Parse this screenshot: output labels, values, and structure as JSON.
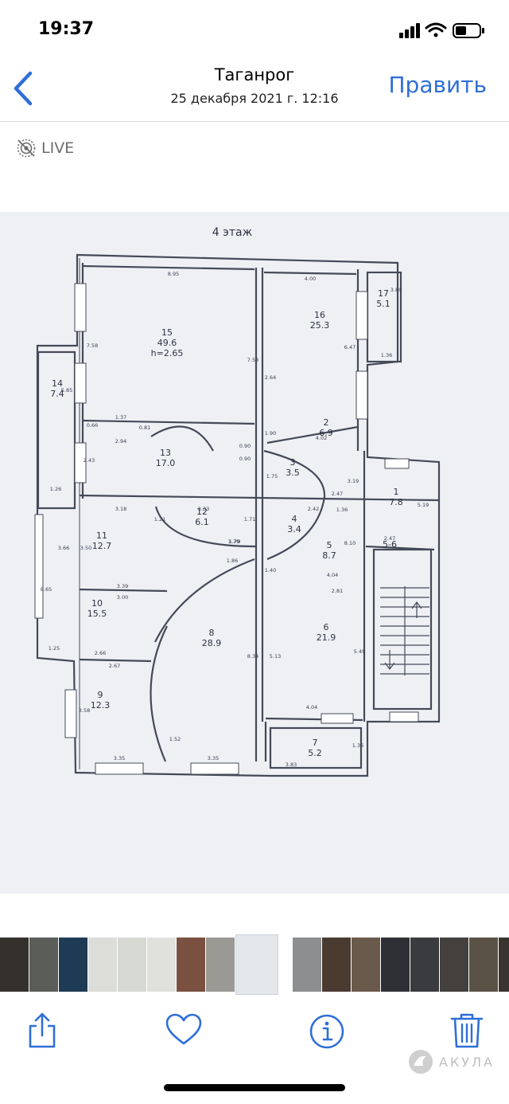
{
  "status_bar": {
    "time": "19:37"
  },
  "nav": {
    "title": "Таганрог",
    "subtitle": "25 декабря 2021 г.  12:16",
    "edit_label": "Править"
  },
  "live": {
    "label": "LIVE"
  },
  "floor_plan": {
    "title": "4 этаж",
    "rooms": [
      {
        "num": "15",
        "area": "49.6",
        "extra": "h=2.65"
      },
      {
        "num": "16",
        "area": "25.3"
      },
      {
        "num": "17",
        "area": "5.1"
      },
      {
        "num": "14",
        "area": "7.4"
      },
      {
        "num": "13",
        "area": "17.0"
      },
      {
        "num": "2",
        "area": "6.9"
      },
      {
        "num": "3",
        "area": "3.5"
      },
      {
        "num": "1",
        "area": "7.8"
      },
      {
        "num": "12",
        "area": "6.1"
      },
      {
        "num": "4",
        "area": "3.4"
      },
      {
        "num": "11",
        "area": "12.7"
      },
      {
        "num": "5",
        "area": "8.7"
      },
      {
        "num": "5-6",
        "area": ""
      },
      {
        "num": "10",
        "area": "15.5"
      },
      {
        "num": "8",
        "area": "28.9"
      },
      {
        "num": "6",
        "area": "21.9"
      },
      {
        "num": "9",
        "area": "12.3"
      },
      {
        "num": "7",
        "area": "5.2"
      }
    ],
    "dims": [
      "8.95",
      "4.00",
      "3.80",
      "7.58",
      "6.47",
      "1.36",
      "5.85",
      "7.58",
      "2.64",
      "1.37",
      "0.66",
      "0.81",
      "2.94",
      "1.90",
      "4.02",
      "0.90",
      "0.90",
      "2.43",
      "1.75",
      "2.47",
      "3.19",
      "1.26",
      "3.18",
      "3.33",
      "1.21",
      "1.71",
      "2.42",
      "1.36",
      "5.19",
      "3.66",
      "3.50",
      "1.79",
      "1.79",
      "8.10",
      "2.47",
      "1.86",
      "1.40",
      "4.04",
      "3.39",
      "3.00",
      "2.81",
      "8.65",
      "1.25",
      "2.66",
      "2.67",
      "8.34",
      "5.13",
      "5.49",
      "3.58",
      "4.04",
      "1.52",
      "1.36",
      "3.35",
      "3.35",
      "3.83"
    ]
  },
  "watermark": {
    "text": "АКУЛА"
  },
  "colors": {
    "accent": "#2f6fd6",
    "plan_line": "#454a57",
    "photo_bg": "#eef0f4"
  }
}
